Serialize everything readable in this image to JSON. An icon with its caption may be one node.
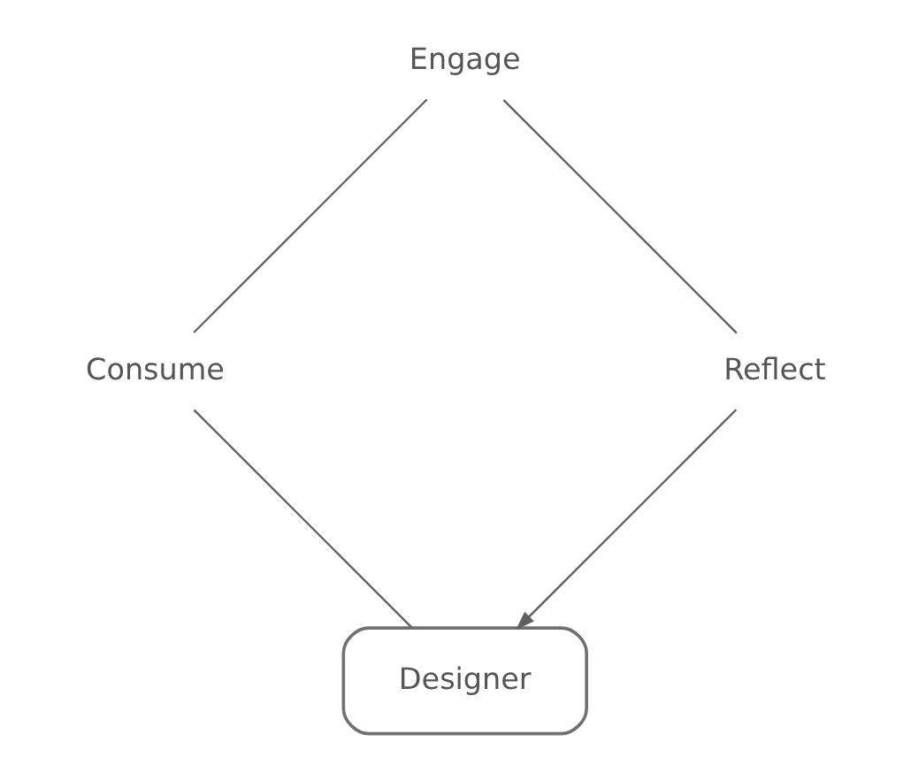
{
  "diagram": {
    "nodes": [
      {
        "text": [
          "Designer"
        ]
      },
      {
        "text": [
          "Consume"
        ]
      },
      {
        "text": [
          "Engage"
        ]
      },
      {
        "text": [
          "Reflect"
        ]
      }
    ],
    "edges": [
      {
        "from": 0,
        "to": 1,
        "arrow": "none"
      },
      {
        "from": 1,
        "to": 2,
        "arrow": "none"
      },
      {
        "from": 2,
        "to": 3,
        "arrow": "none"
      },
      {
        "from": 3,
        "to": 0,
        "arrow": "to"
      }
    ]
  }
}
